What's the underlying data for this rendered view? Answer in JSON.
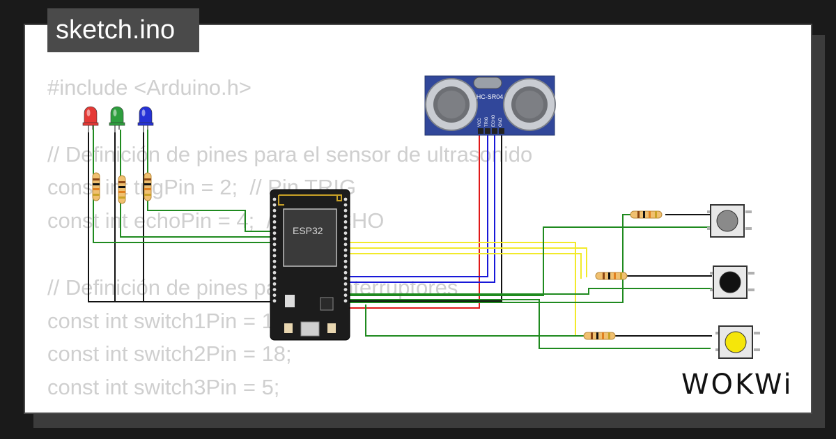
{
  "header": {
    "title": "sketch.ino"
  },
  "code_lines": [
    "#include <Arduino.h>",
    "",
    "// Definición de pines para el sensor de ultrasonido",
    "const int trigPin = 2;  // Pin TRIG",
    "const int echoPin = 4;  // Pin ECHO",
    "",
    "// Definición de pines para los interruptores",
    "const int switch1Pin = 19;",
    "const int switch2Pin = 18;",
    "const int switch3Pin = 5;"
  ],
  "circuit": {
    "board_label": "ESP32",
    "sensor_label": "HC-SR04",
    "sensor_pins": [
      "VCC",
      "TRIG",
      "ECHO",
      "GND"
    ],
    "leds": [
      {
        "name": "red-led",
        "color": "#e53935"
      },
      {
        "name": "green-led",
        "color": "#2e9e3e"
      },
      {
        "name": "blue-led",
        "color": "#2531d6"
      }
    ],
    "buttons": [
      {
        "name": "gray-pushbutton",
        "color": "#8a8a8a"
      },
      {
        "name": "black-pushbutton",
        "color": "#111111"
      },
      {
        "name": "yellow-pushbutton",
        "color": "#f5e60a"
      }
    ],
    "wire_colors": {
      "black": "#111111",
      "green": "#1f8a1f",
      "yellow": "#f2ea2a",
      "blue": "#1818d8",
      "red": "#e01818"
    }
  },
  "brand": {
    "name": "WOKWi"
  }
}
